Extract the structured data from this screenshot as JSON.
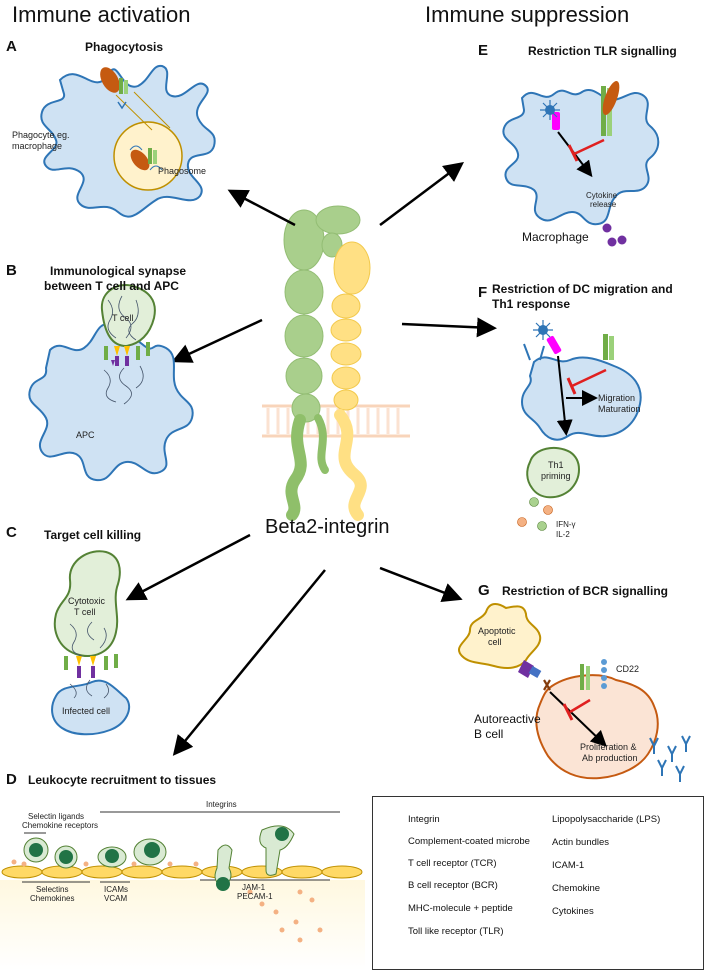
{
  "headers": {
    "activation": "Immune activation",
    "suppression": "Immune suppression"
  },
  "central": {
    "label": "Beta2-integrin"
  },
  "panels": {
    "A": {
      "letter": "A",
      "title": "Phagocytosis",
      "labels": [
        "Phagocyte eg.",
        "macrophage",
        "Phagosome"
      ]
    },
    "B": {
      "letter": "B",
      "title_line1": "Immunological synapse",
      "title_line2": "between T cell and APC",
      "labels": [
        "T cell",
        "APC"
      ]
    },
    "C": {
      "letter": "C",
      "title": "Target cell killing",
      "labels": [
        "Cytotoxic",
        "T cell",
        "Infected cell"
      ]
    },
    "D": {
      "letter": "D",
      "title": "Leukocyte recruitment to tissues",
      "labels": [
        "Selectin ligands",
        "Chemokine receptors",
        "Integrins",
        "Selectins",
        "Chemokines",
        "ICAMs",
        "VCAM",
        "JAM-1",
        "PECAM-1"
      ]
    },
    "E": {
      "letter": "E",
      "title": "Restriction TLR signalling",
      "labels": [
        "Cytokine",
        "release",
        "Macrophage"
      ]
    },
    "F": {
      "letter": "F",
      "title_line1": "Restriction of DC migration and",
      "title_line2": "Th1 response",
      "labels": [
        "Migration",
        "Maturation",
        "Th1",
        "priming",
        "IFN-γ",
        "IL-2"
      ]
    },
    "G": {
      "letter": "G",
      "title": "Restriction of BCR signalling",
      "labels": [
        "Apoptotic",
        "cell",
        "CD22",
        "Autoreactive",
        "B cell",
        "Proliferation &",
        "Ab production"
      ]
    }
  },
  "legend": [
    {
      "icon": "integrin-icon",
      "label": "Integrin"
    },
    {
      "icon": "microbe-icon",
      "label": "Complement-coated microbe"
    },
    {
      "icon": "tcr-icon",
      "label": "T cell receptor (TCR)"
    },
    {
      "icon": "bcr-icon",
      "label": "B cell receptor (BCR)"
    },
    {
      "icon": "mhc-icon",
      "label": "MHC-molecule + peptide"
    },
    {
      "icon": "tlr-icon",
      "label": "Toll like receptor (TLR)"
    },
    {
      "icon": "lps-icon",
      "label": "Lipopolysaccharide (LPS)"
    },
    {
      "icon": "actin-icon",
      "label": "Actin bundles"
    },
    {
      "icon": "icam-icon",
      "label": "ICAM-1"
    },
    {
      "icon": "chemokine-icon",
      "label": "Chemokine"
    },
    {
      "icon": "cytokine-icon",
      "label": "Cytokines"
    }
  ],
  "colors": {
    "cell_fill": "#cfe2f3",
    "cell_stroke": "#2e75b6",
    "integrin_green": "#8fbf6a",
    "integrin_light": "#c5deb0",
    "integrin_yellow": "#ffe084",
    "tcell_fill": "#e2efd9",
    "tcell_stroke": "#548235",
    "apoptotic_fill": "#fff2cc",
    "bcell_fill": "#fbe4d5",
    "bcell_stroke": "#c55a11",
    "inhibit_red": "#e02020",
    "tlr_magenta": "#ff00ff",
    "microbe_orange": "#c55a11",
    "mhc_purple": "#7030a0",
    "tcr_yellow": "#ffc000",
    "bcr_brown": "#843c0c"
  }
}
